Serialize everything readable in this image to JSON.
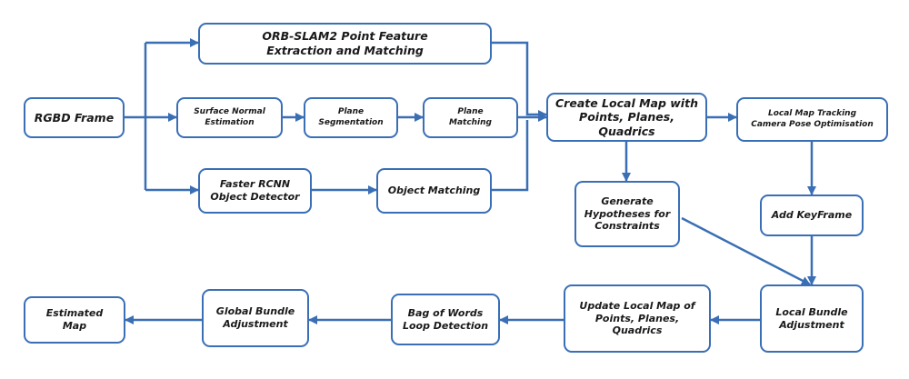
{
  "colors": {
    "stroke": "#3a6fb5",
    "text": "#1a1a1a",
    "background": "#ffffff"
  },
  "nodes": {
    "rgbd": {
      "label": "RGBD Frame"
    },
    "orb": {
      "label": "ORB-SLAM2 Point Feature\nExtraction and Matching"
    },
    "surface": {
      "label": "Surface Normal\nEstimation"
    },
    "planeseg": {
      "label": "Plane\nSegmentation"
    },
    "planematch": {
      "label": "Plane\nMatching"
    },
    "rcnn": {
      "label": "Faster RCNN\nObject Detector"
    },
    "objmatch": {
      "label": "Object Matching"
    },
    "localmap": {
      "label": "Create Local Map with\nPoints, Planes, Quadrics"
    },
    "tracking": {
      "label": "Local Map Tracking\nCamera Pose Optimisation"
    },
    "hypo": {
      "label": "Generate\nHypotheses for\nConstraints"
    },
    "keyframe": {
      "label": "Add KeyFrame"
    },
    "lba": {
      "label": "Local Bundle\nAdjustment"
    },
    "update": {
      "label": "Update Local Map of\nPoints, Planes, Quadrics"
    },
    "bow": {
      "label": "Bag of Words\nLoop Detection"
    },
    "gba": {
      "label": "Global Bundle\nAdjustment"
    },
    "estmap": {
      "label": "Estimated\nMap"
    }
  }
}
